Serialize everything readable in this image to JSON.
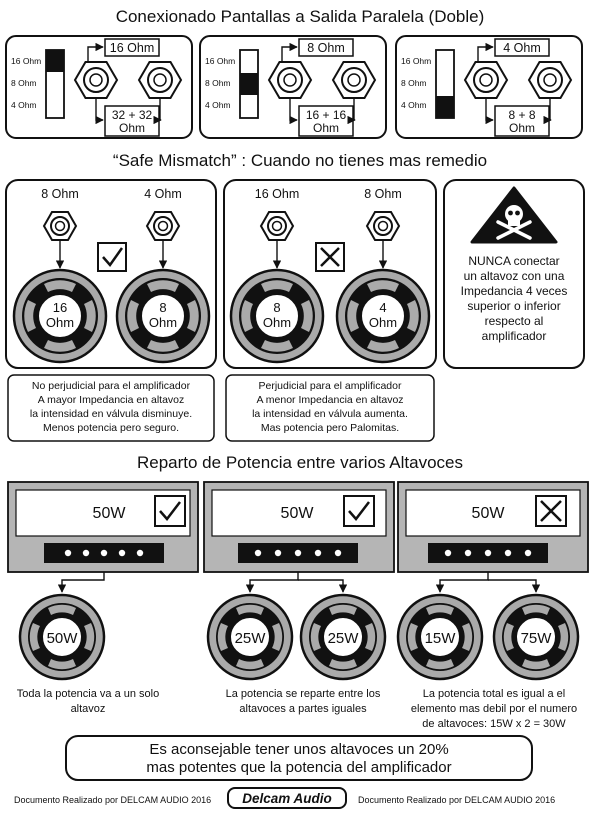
{
  "section1": {
    "title": "Conexionado Pantallas a Salida Paralela (Doble)",
    "switch_labels": [
      "16 Ohm",
      "8 Ohm",
      "4 Ohm"
    ],
    "panels": [
      {
        "top": "16 Ohm",
        "bottom1": "32 + 32",
        "bottom2": "Ohm"
      },
      {
        "top": "8 Ohm",
        "bottom1": "16 + 16",
        "bottom2": "Ohm"
      },
      {
        "top": "4 Ohm",
        "bottom1": "8 + 8",
        "bottom2": "Ohm"
      }
    ]
  },
  "section2": {
    "title": "“Safe Mismatch” : Cuando no tienes mas remedio",
    "panel1": {
      "jack_left": "8 Ohm",
      "jack_right": "4 Ohm",
      "spk_left_1": "16",
      "spk_left_2": "Ohm",
      "spk_right_1": "8",
      "spk_right_2": "Ohm",
      "caption": [
        "No perjudicial para el amplificador",
        "A mayor Impedancia en altavoz",
        "la intensidad en válvula disminuye.",
        "Menos potencia pero seguro."
      ]
    },
    "panel2": {
      "jack_left": "16 Ohm",
      "jack_right": "8 Ohm",
      "spk_left_1": "8",
      "spk_left_2": "Ohm",
      "spk_right_1": "4",
      "spk_right_2": "Ohm",
      "caption": [
        "Perjudicial para el amplificador",
        "A menor Impedancia en altavoz",
        "la intensidad en válvula aumenta.",
        "Mas potencia pero Palomitas."
      ]
    },
    "warning": [
      "NUNCA conectar",
      "un altavoz con una",
      "Impedancia 4 veces",
      "superior o inferior",
      "respecto al",
      "amplificador"
    ]
  },
  "section3": {
    "title": "Reparto de Potencia entre varios Altavoces",
    "amp_power": "50W",
    "speakers": [
      "50W",
      "25W",
      "25W",
      "15W",
      "75W"
    ],
    "captions": [
      [
        "Toda la potencia va a un solo",
        "altavoz"
      ],
      [
        "La potencia se reparte entre los",
        "altavoces a partes iguales"
      ],
      [
        "La potencia total es igual a el",
        "elemento mas debil por el numero",
        "de altavoces: 15W x 2 = 30W"
      ]
    ]
  },
  "advice": [
    "Es aconsejable tener unos altavoces un 20%",
    "mas potentes que la potencia del amplificador"
  ],
  "footer": {
    "left": "Documento Realizado por DELCAM AUDIO 2016",
    "logo": "Delcam Audio",
    "right": "Documento Realizado por DELCAM AUDIO 2016"
  }
}
